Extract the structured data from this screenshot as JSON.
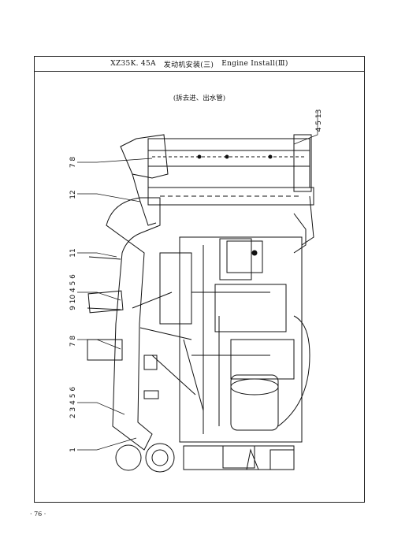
{
  "header": {
    "model": "XZ35K. 45A",
    "title_cn": "发动机安装(三)",
    "title_en": "Engine Install(Ⅲ)"
  },
  "subtitle": "(拆去进、出水管)",
  "callouts": [
    {
      "id": "c1",
      "label": "1"
    },
    {
      "id": "c2",
      "label": "2 3 4 5 6"
    },
    {
      "id": "c3",
      "label": "7 8"
    },
    {
      "id": "c4",
      "label": "9 10 4 5 6"
    },
    {
      "id": "c5",
      "label": "11"
    },
    {
      "id": "c6",
      "label": "12"
    },
    {
      "id": "c7",
      "label": "7 8"
    },
    {
      "id": "c8",
      "label": "4 5 13"
    }
  ],
  "page_number": "· 76 ·"
}
